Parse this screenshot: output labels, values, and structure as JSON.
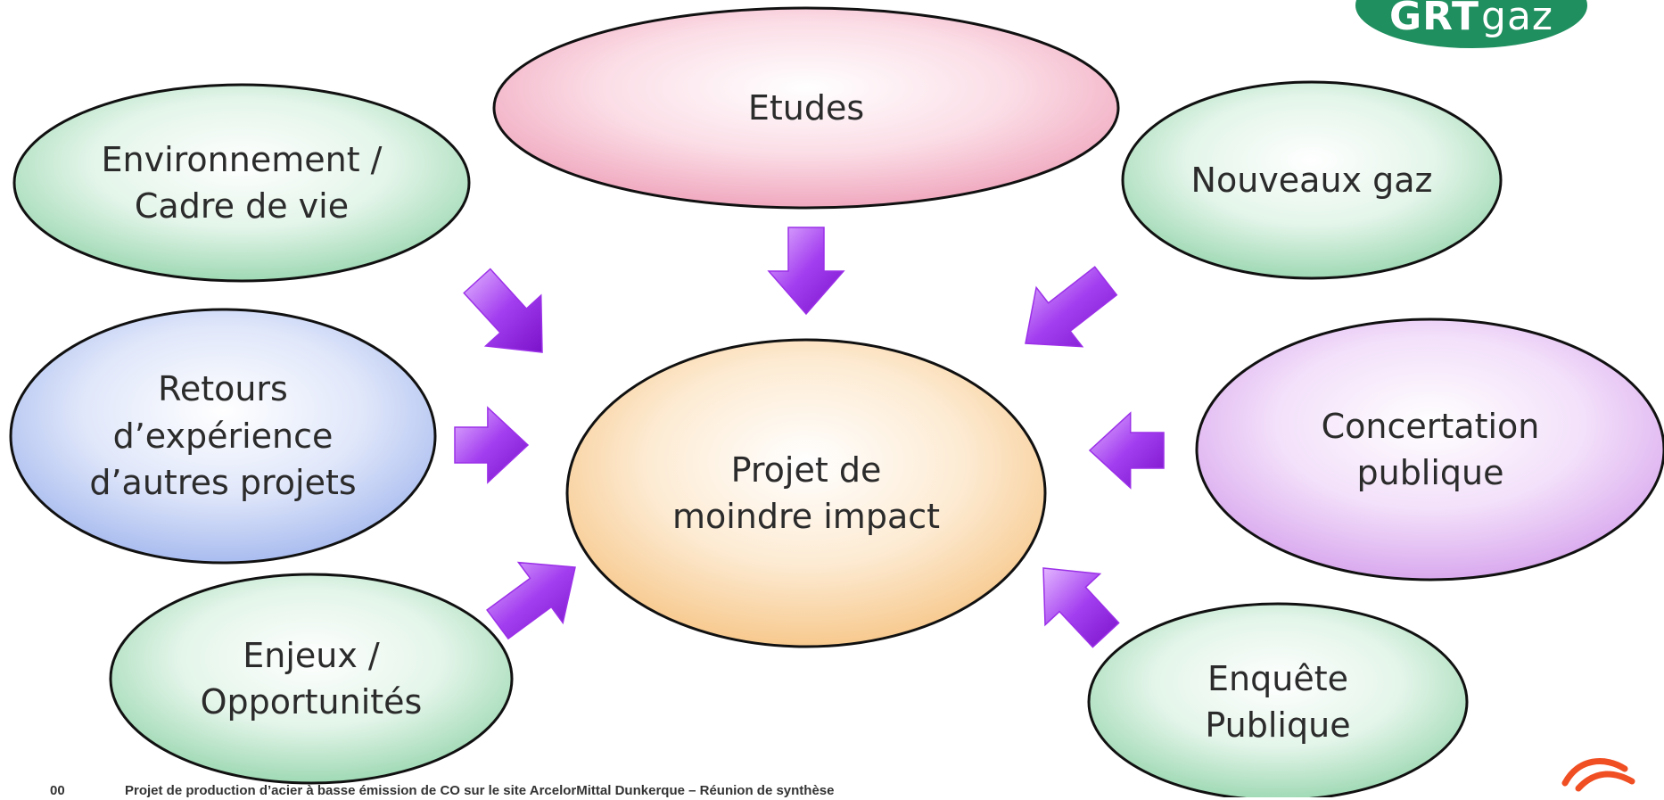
{
  "diagram": {
    "center": {
      "id": "center",
      "label": "Projet de\nmoindre impact",
      "color": "orange"
    },
    "satellites": [
      {
        "id": "etudes",
        "label": "Etudes",
        "color": "pink"
      },
      {
        "id": "environnement",
        "label": "Environnement /\nCadre de vie",
        "color": "green"
      },
      {
        "id": "nouveaux-gaz",
        "label": "Nouveaux gaz",
        "color": "green"
      },
      {
        "id": "retours",
        "label": "Retours\nd’expérience\nd’autres projets",
        "color": "blue"
      },
      {
        "id": "concertation",
        "label": "Concertation\npublique",
        "color": "purple"
      },
      {
        "id": "enjeux",
        "label": "Enjeux /\nOpportunités",
        "color": "green"
      },
      {
        "id": "enquete",
        "label": "Enquête\nPublique",
        "color": "green"
      }
    ],
    "arrow_color": "#9b30e8"
  },
  "logo": {
    "part1": "GRT",
    "part2": "gaz",
    "color": "#1f8f5f"
  },
  "footer": {
    "page_number": "00",
    "text": "Projet de production d’acier à basse émission de CO  sur le site ArcelorMittal Dunkerque – Réunion de synthèse"
  },
  "colors": {
    "green": "#c9ecd5",
    "pink": "#f8c9d8",
    "blue": "#cfd9f6",
    "purple": "#ecd0f6",
    "orange": "#fde3c2",
    "outline": "#111111"
  }
}
